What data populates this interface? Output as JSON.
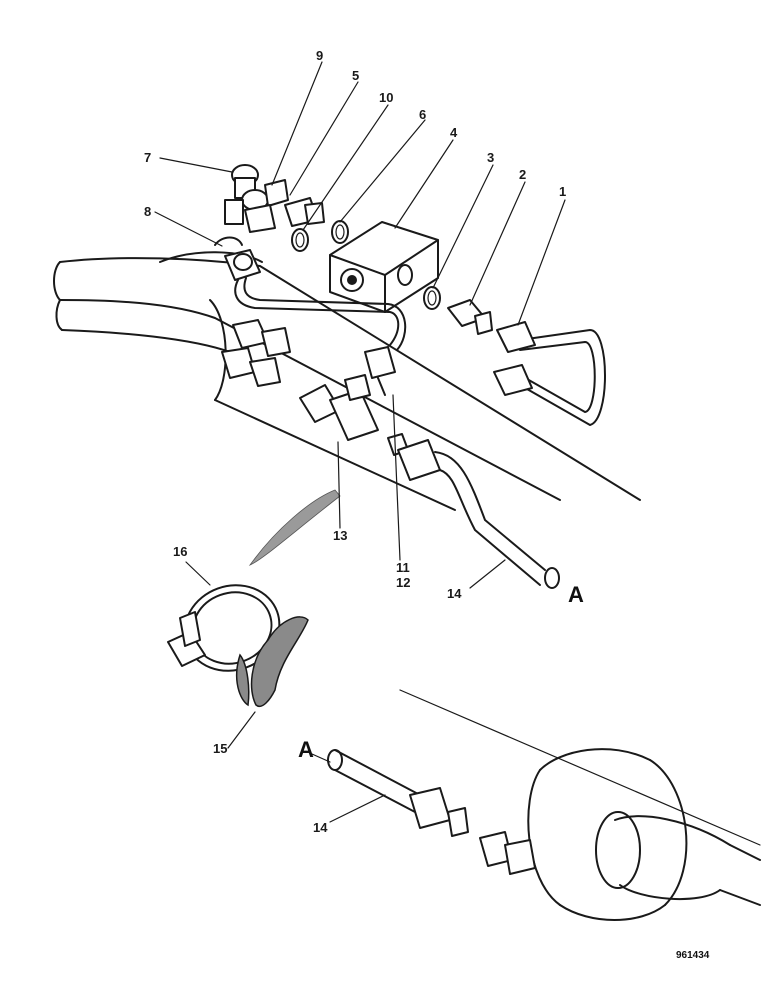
{
  "diagram": {
    "callouts": {
      "c1": "1",
      "c2": "2",
      "c3": "3",
      "c4": "4",
      "c5": "5",
      "c6": "6",
      "c7": "7",
      "c8": "8",
      "c9": "9",
      "c10": "10",
      "c11": "11",
      "c12": "12",
      "c13": "13",
      "c14_top": "14",
      "c14_bottom": "14",
      "c15": "15",
      "c16": "16"
    },
    "connector_labels": {
      "top": "A",
      "bottom": "A"
    },
    "reference_number": "961434"
  }
}
